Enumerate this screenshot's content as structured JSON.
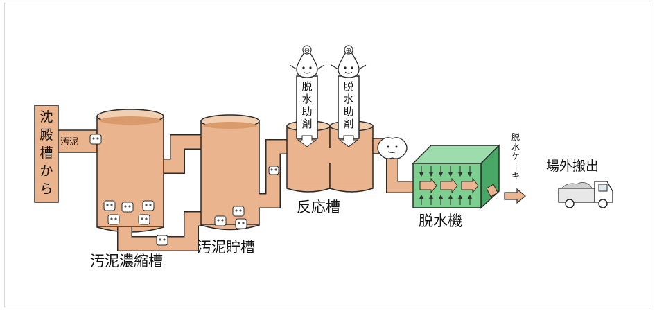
{
  "labels": {
    "from_settling": [
      "沈",
      "殿",
      "槽",
      "か",
      "ら"
    ],
    "sludge_tag": "汚泥",
    "thickener": "汚泥濃縮槽",
    "storage": "汚泥貯槽",
    "reaction": "反応槽",
    "dehydrator": "脱水機",
    "dewatering_agent_chars": [
      "脱",
      "水",
      "助",
      "剤"
    ],
    "cake_chars": [
      "脱",
      "水",
      "ケ",
      "ー",
      "キ"
    ],
    "offsite": "場外搬出"
  },
  "symbols": {
    "agent1_sign": "⊖",
    "agent2_sign": "⊕"
  },
  "colors": {
    "sludge": "#e9b48e",
    "sludge_dark": "#d99a6c",
    "outline": "#2a2a2a",
    "machine_green": "#7ccf8f",
    "machine_dark": "#4aa866"
  }
}
